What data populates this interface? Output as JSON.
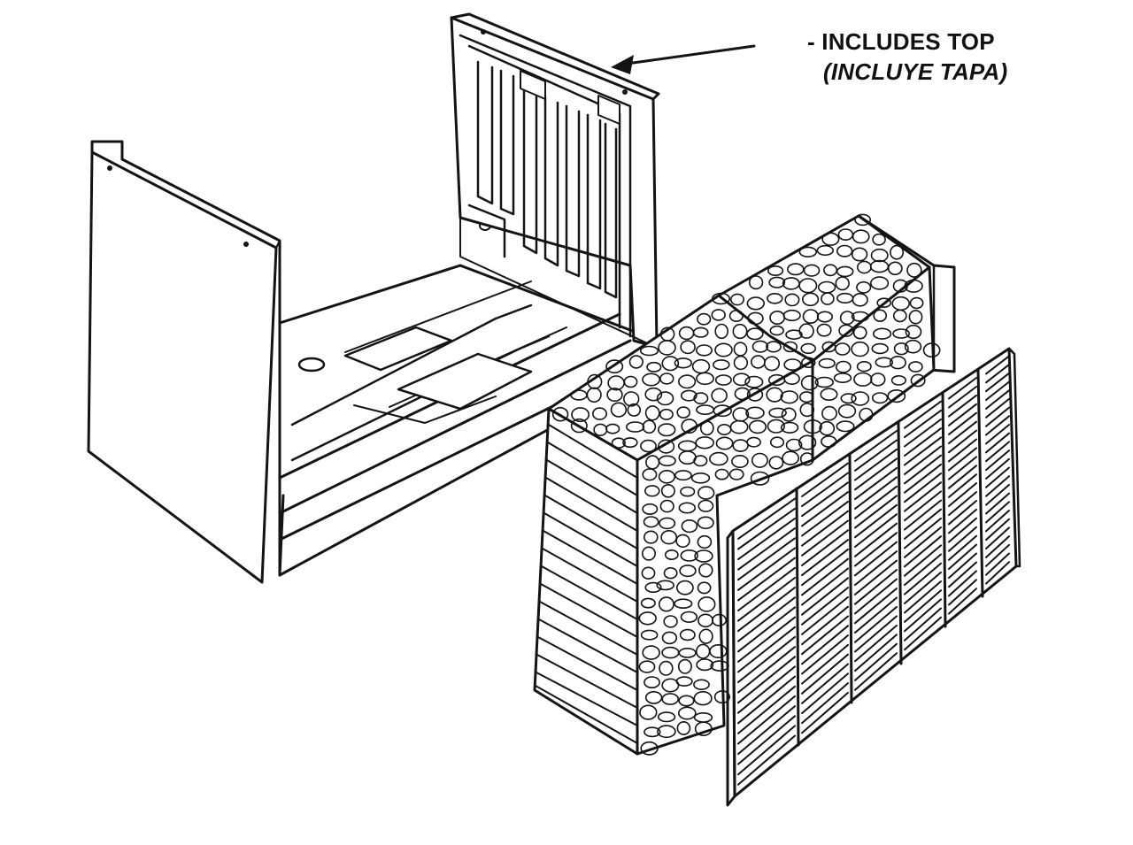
{
  "callout": {
    "line1": "- INCLUDES TOP",
    "line2": "(INCLUYE TAPA)"
  },
  "colors": {
    "ink": "#141414",
    "background": "#ffffff"
  },
  "parts": [
    {
      "name": "cabinet-shell",
      "icon": "cabinet-shell-drawing"
    },
    {
      "name": "top-panel",
      "icon": "cabinet-top-drawing"
    },
    {
      "name": "evaporative-pad-media",
      "icon": "cooling-pad-drawing"
    },
    {
      "name": "louvered-grille",
      "icon": "louver-grille-drawing"
    }
  ]
}
